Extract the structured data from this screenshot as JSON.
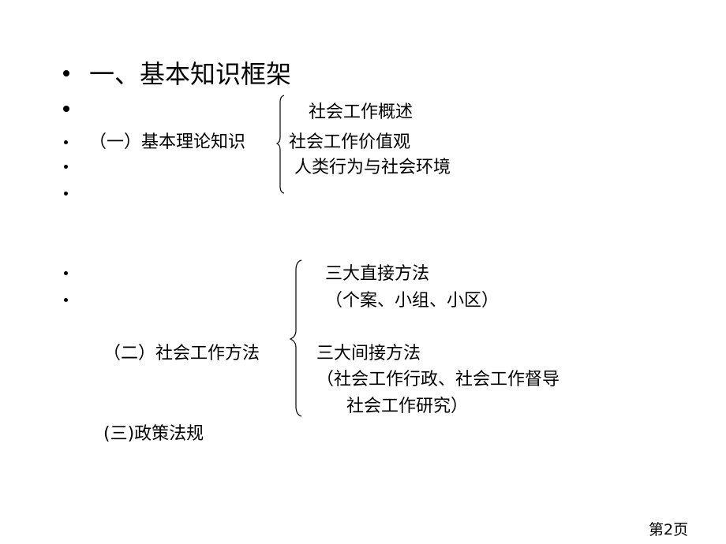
{
  "slide": {
    "title": "一、基本知识框架",
    "section1": {
      "label": "（一）基本理论知识",
      "items": [
        "社会工作概述",
        "社会工作价值观",
        "人类行为与社会环境"
      ]
    },
    "section2": {
      "label": "（二）社会工作方法",
      "direct_title": "三大直接方法",
      "direct_detail": "（个案、小组、小区）",
      "indirect_title": "三大间接方法",
      "indirect_detail_line1": "（社会工作行政、社会工作督导",
      "indirect_detail_line2": "社会工作研究）"
    },
    "section3": {
      "label": "(三)政策法规"
    },
    "page_number": "第2页"
  }
}
